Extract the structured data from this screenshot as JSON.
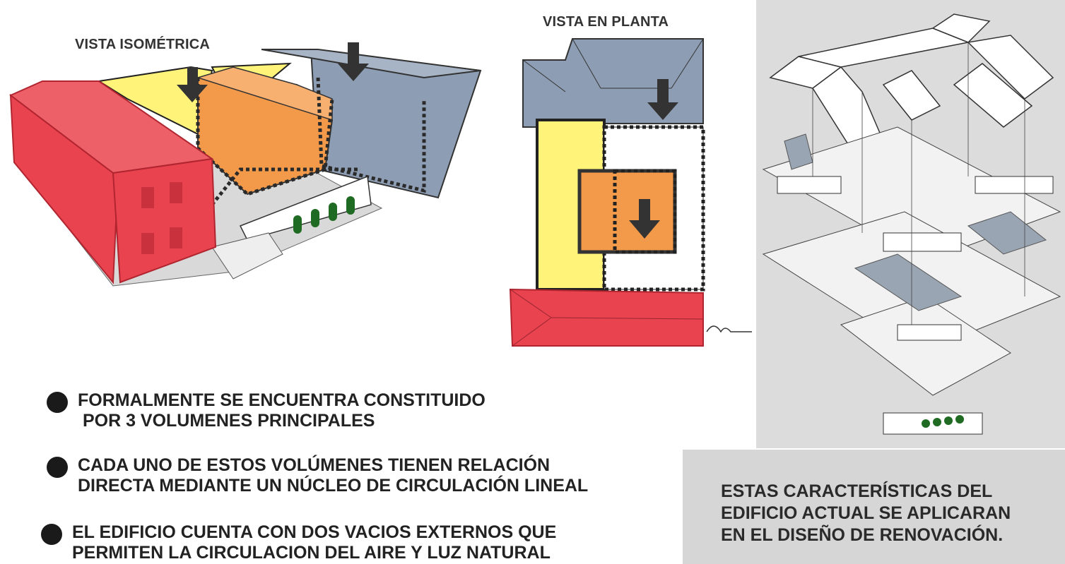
{
  "labels": {
    "isometric": "VISTA ISOMÉTRICA",
    "plan": "VISTA EN PLANTA"
  },
  "bullets": [
    {
      "text": "FORMALMENTE SE ENCUENTRA CONSTITUIDO\n POR 3 VOLUMENES PRINCIPALES"
    },
    {
      "text": "CADA UNO DE ESTOS VOLÚMENES TIENEN RELACIÓN\nDIRECTA MEDIANTE UN NÚCLEO DE CIRCULACIÓN LINEAL"
    },
    {
      "text": "EL EDIFICIO CUENTA CON DOS VACIOS EXTERNOS QUE\nPERMITEN LA CIRCULACION DEL AIRE Y LUZ NATURAL"
    }
  ],
  "note": {
    "line1": "ESTAS CARACTERÍSTICAS DEL",
    "line2": "EDIFICIO ACTUAL SE APLICARAN",
    "line3": "EN EL DISEÑO DE RENOVACIÓN."
  },
  "colors": {
    "red": "#e8434f",
    "orange": "#f39a4a",
    "yellow": "#fff37a",
    "blue": "#8d9db3",
    "panel": "#dcdcdc"
  }
}
